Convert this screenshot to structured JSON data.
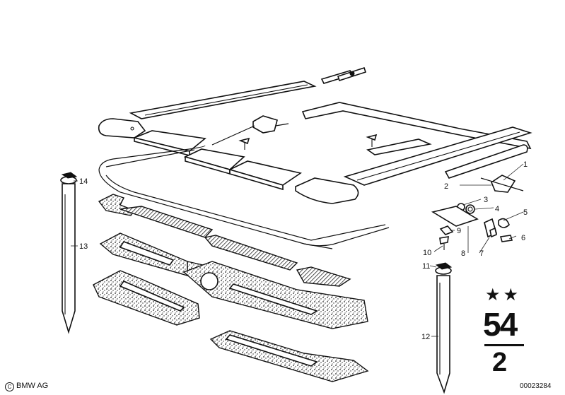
{
  "callouts": [
    {
      "id": "1",
      "label": "1"
    },
    {
      "id": "2",
      "label": "2"
    },
    {
      "id": "3",
      "label": "3"
    },
    {
      "id": "4",
      "label": "4"
    },
    {
      "id": "5",
      "label": "5"
    },
    {
      "id": "6",
      "label": "6"
    },
    {
      "id": "7",
      "label": "7"
    },
    {
      "id": "8",
      "label": "8"
    },
    {
      "id": "9",
      "label": "9"
    },
    {
      "id": "10",
      "label": "10"
    },
    {
      "id": "11",
      "label": "11"
    },
    {
      "id": "12",
      "label": "12"
    },
    {
      "id": "13",
      "label": "13"
    },
    {
      "id": "14",
      "label": "14"
    }
  ],
  "group": {
    "stars": "★★",
    "number": "54",
    "sub": "2"
  },
  "footer": {
    "copyright_symbol": "C",
    "copyright": "BMW AG",
    "drawing_number": "00023284"
  }
}
